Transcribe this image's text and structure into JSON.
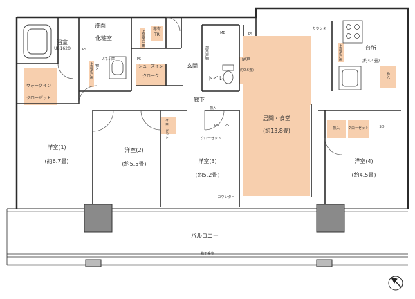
{
  "rooms": {
    "bath_name": "浴室",
    "bath_unit": "UB1620",
    "washroom_line1": "洗面",
    "washroom_line2": "化粧室",
    "tank_line1": "専有",
    "tank_line2": "TR",
    "wic_line1": "ウォークイン",
    "wic_line2": "クローゼット",
    "linen": "リネン庫",
    "shoes_line1": "シューズイン",
    "shoes_line2": "クローク",
    "entrance": "玄関",
    "toilet": "トイレ",
    "storage_name": "納戸",
    "storage_size": "(約0.6畳)",
    "mb": "MB",
    "ps": "PS",
    "hall": "廊下",
    "living_name": "居間・食堂",
    "living_size": "(約13.8畳)",
    "kitchen_name": "台所",
    "kitchen_size": "(約4.4畳)",
    "counter": "カウンター",
    "upper_cabinet": "上部吊戸棚",
    "built_in": "物入",
    "closet": "クローゼット",
    "western1_name": "洋室(1)",
    "western1_size": "(約6.7畳)",
    "western2_name": "洋室(2)",
    "western2_size": "(約5.5畳)",
    "western3_name": "洋室(3)",
    "western3_size": "(約5.2畳)",
    "western4_name": "洋室(4)",
    "western4_size": "(約4.5畳)",
    "balcony": "バルコニー",
    "handrail": "物干金物",
    "sd": "SD"
  },
  "colors": {
    "accent_fill": "#f7cfae",
    "wall": "#2b2b2b",
    "column": "#8a8a8a"
  },
  "icons": [
    "compass-icon",
    "bathtub-icon",
    "sink-icon",
    "toilet-icon",
    "stove-icon",
    "kitchen-sink-icon"
  ]
}
